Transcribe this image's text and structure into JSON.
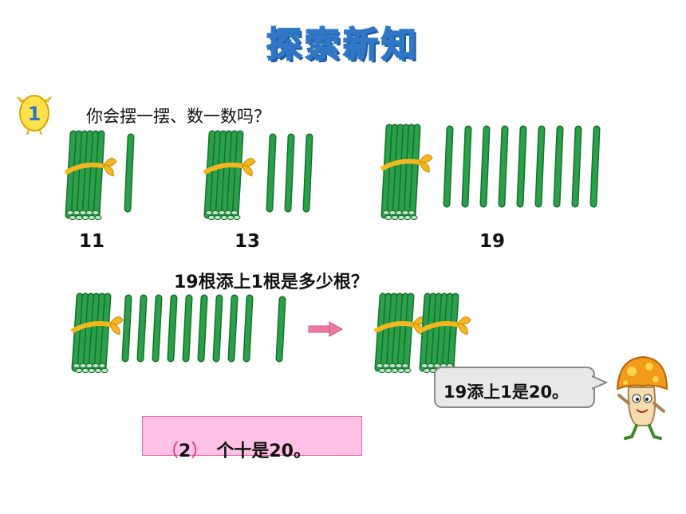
{
  "title": "探索新知",
  "badge_number": "1",
  "question1": "你会摆一摆、数一数吗？",
  "group_labels": [
    "11",
    "13",
    "19"
  ],
  "question2": "19根添上1根是多少根？",
  "speech": "19添上1是20。",
  "answer": {
    "open": "（",
    "value": "2",
    "close": "）",
    "rest": "个十是20。"
  },
  "colors": {
    "stick": "#2aa04a",
    "stick_dark": "#17702e",
    "ribbon": "#f4b71f",
    "arrow": "#f07aa6",
    "answer_box": "#ffc2e6",
    "title_fill": "#ffe24a",
    "title_stroke": "#2f77c6"
  }
}
